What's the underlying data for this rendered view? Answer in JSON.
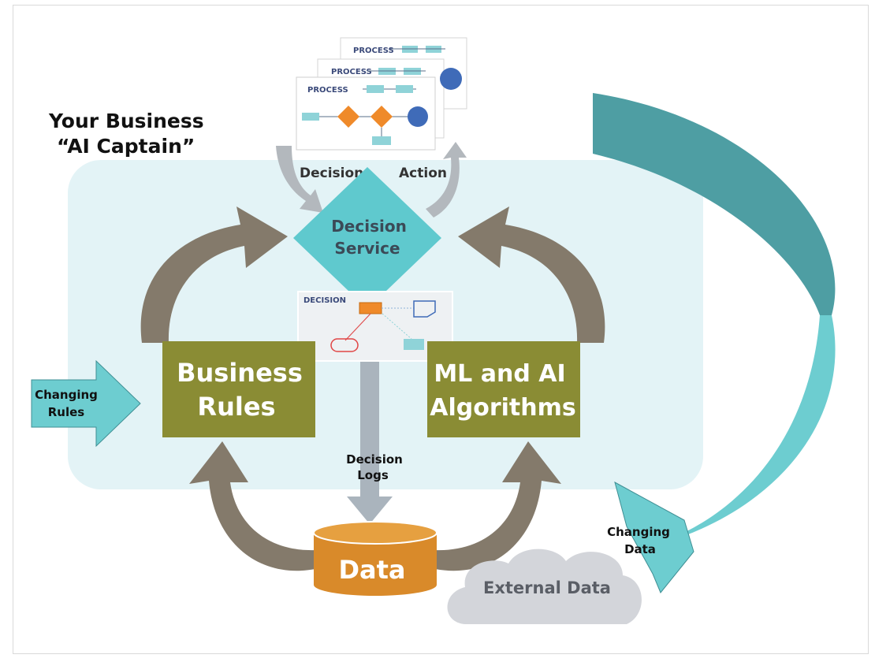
{
  "diagram": {
    "title_line1": "Your Business",
    "title_line2": "“AI Captain”",
    "process_card_label": "PROCESS",
    "decision_arrow_label": "Decision",
    "action_arrow_label": "Action",
    "decision_service_line1": "Decision",
    "decision_service_line2": "Service",
    "decision_card_label": "DECISION",
    "business_rules_line1": "Business",
    "business_rules_line2": "Rules",
    "ml_line1": "ML and AI",
    "ml_line2": "Algorithms",
    "changing_rules_line1": "Changing",
    "changing_rules_line2": "Rules",
    "decision_logs_line1": "Decision",
    "decision_logs_line2": "Logs",
    "data_label": "Data",
    "external_data_label": "External Data",
    "changing_data_line1": "Changing",
    "changing_data_line2": "Data"
  },
  "colors": {
    "panel_bg": "#e3f3f6",
    "olive_box": "#8a8c34",
    "brown_arrow": "#847a6b",
    "teal_diamond": "#5fc9ce",
    "teal_dark_arrow": "#4e9ea3",
    "teal_light_arrow": "#6dcdd0",
    "data_orange": "#d98a2a",
    "cloud_gray": "#d3d5da",
    "gray_arrow": "#b3b8bd",
    "process_orange": "#ef8a2a",
    "process_blue": "#3f6bb8",
    "process_teal": "#8fd3d8"
  }
}
